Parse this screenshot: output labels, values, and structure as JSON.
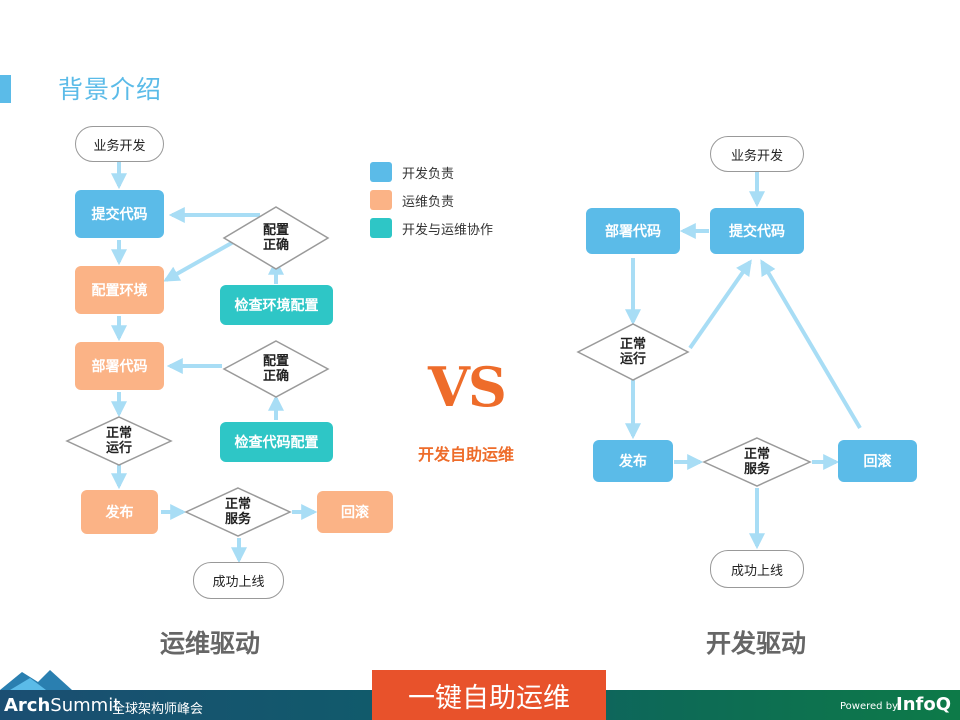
{
  "slide": {
    "title": "背景介绍",
    "colors": {
      "dev": "#5bbbe8",
      "ops": "#fbb386",
      "collab": "#2ec6c6",
      "accent": "#ee6c2a",
      "cta": "#e8522b"
    }
  },
  "legend": [
    {
      "label": "开发负责",
      "color": "#5bbbe8"
    },
    {
      "label": "运维负责",
      "color": "#fbb386"
    },
    {
      "label": "开发与运维协作",
      "color": "#2ec6c6"
    }
  ],
  "left_flow": {
    "caption": "运维驱动",
    "start": "业务开发",
    "submit": "提交代码",
    "config_env": "配置环境",
    "deploy": "部署代码",
    "check_env": "检查环境配置",
    "check_code": "检查代码配置",
    "config_ok_top": [
      "配置",
      "正确"
    ],
    "config_ok_mid": [
      "配置",
      "正确"
    ],
    "run_ok": [
      "正常",
      "运行"
    ],
    "release": "发布",
    "service_ok": [
      "正常",
      "服务"
    ],
    "rollback": "回滚",
    "online": "成功上线"
  },
  "right_flow": {
    "caption": "开发驱动",
    "start": "业务开发",
    "submit": "提交代码",
    "deploy": "部署代码",
    "run_ok": [
      "正常",
      "运行"
    ],
    "release": "发布",
    "service_ok": [
      "正常",
      "服务"
    ],
    "rollback": "回滚",
    "online": "成功上线"
  },
  "center": {
    "vs": "VS",
    "subtitle": "开发自助运维"
  },
  "footer": {
    "brand_a": "Arch",
    "brand_b": "Summit",
    "brand_sub": "全球架构师峰会",
    "cta": "一键自助运维",
    "powered": "Powered by",
    "infoq": "InfoQ"
  }
}
